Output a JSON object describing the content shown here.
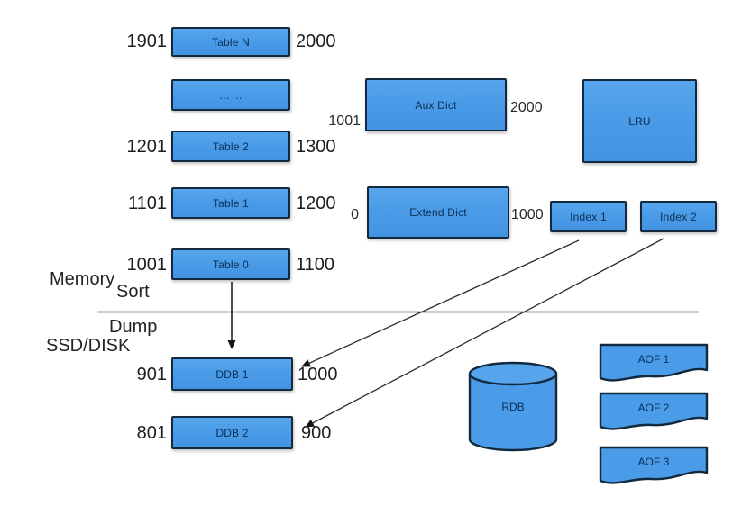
{
  "diagram": {
    "memory": {
      "region_labels": {
        "memory": "Memory",
        "sort": "Sort"
      },
      "tables": [
        {
          "label": "Table N",
          "start": "1901",
          "end": "2000"
        },
        {
          "label": "... ...",
          "start": "",
          "end": ""
        },
        {
          "label": "Table 2",
          "start": "1201",
          "end": "1300"
        },
        {
          "label": "Table 1",
          "start": "1101",
          "end": "1200"
        },
        {
          "label": "Table 0",
          "start": "1001",
          "end": "1100"
        }
      ],
      "aux_dict": {
        "label": "Aux Dict",
        "start": "1001",
        "end": "2000"
      },
      "extend_dict": {
        "label": "Extend Dict",
        "start": "0",
        "end": "1000"
      },
      "lru": {
        "label": "LRU"
      },
      "indexes": [
        {
          "label": "Index 1"
        },
        {
          "label": "Index 2"
        }
      ]
    },
    "disk": {
      "region_labels": {
        "dump": "Dump",
        "ssd_disk": "SSD/DISK"
      },
      "ddbs": [
        {
          "label": "DDB 1",
          "start": "901",
          "end": "1000"
        },
        {
          "label": "DDB 2",
          "start": "801",
          "end": "900"
        }
      ],
      "rdb": {
        "label": "RDB"
      },
      "aofs": [
        {
          "label": "AOF 1"
        },
        {
          "label": "AOF 2"
        },
        {
          "label": "AOF 3"
        }
      ]
    },
    "colors": {
      "box_fill": "#4a9ce8",
      "box_border": "#12293e",
      "line": "#2e2e2e"
    }
  }
}
